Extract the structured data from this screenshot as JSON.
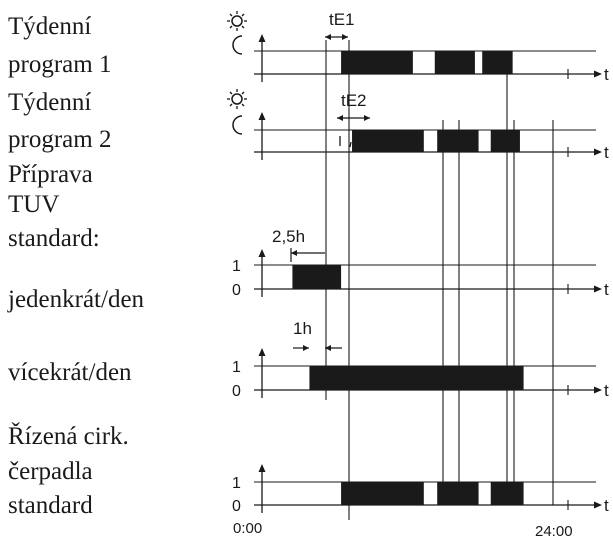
{
  "labels": {
    "weekly1_line1": "Týdenní",
    "weekly1_line2": "program 1",
    "weekly2_line1": "Týdenní",
    "weekly2_line2": "program 2",
    "dhw_line1": "Příprava",
    "dhw_line2": "TUV",
    "dhw_line3": "standard:",
    "once_per_day": "jedenkrát/den",
    "multiple_per_day": "vícekrát/den",
    "pump_line1": "Řízená cirk.",
    "pump_line2": "čerpadla",
    "pump_line3": "standard"
  },
  "annotations": {
    "tE1": "tE1",
    "tE2": "tE2",
    "offset_once": "2,5h",
    "offset_multi": "1h",
    "time_start": "0:00",
    "time_end": "24:00",
    "axis_t": "t",
    "level_one": "1",
    "level_zero": "0"
  },
  "icons": {
    "day": "sun-icon",
    "night": "moon-icon"
  },
  "colors": {
    "ink": "#1a1a1a",
    "fill": "#1a1a1a",
    "background": "#ffffff"
  },
  "timing_diagram": {
    "time_range_h": [
      0,
      24
    ],
    "rows": [
      {
        "id": "weekly1",
        "type": "day-night",
        "active_intervals_h": [
          [
            6.5,
            12.4
          ],
          [
            14.2,
            17.5
          ],
          [
            18.1,
            20.6
          ]
        ]
      },
      {
        "id": "weekly2",
        "type": "day-night",
        "active_intervals_h": [
          [
            7.4,
            13.3
          ],
          [
            14.4,
            17.8
          ],
          [
            18.8,
            21.2
          ]
        ]
      },
      {
        "id": "once",
        "type": "binary",
        "active_intervals_h": [
          [
            2.5,
            6.5
          ]
        ]
      },
      {
        "id": "multi",
        "type": "binary",
        "active_intervals_h": [
          [
            3.9,
            21.5
          ]
        ]
      },
      {
        "id": "pump",
        "type": "binary",
        "active_intervals_h": [
          [
            6.5,
            13.3
          ],
          [
            14.4,
            17.8
          ],
          [
            18.8,
            21.5
          ]
        ]
      }
    ]
  }
}
